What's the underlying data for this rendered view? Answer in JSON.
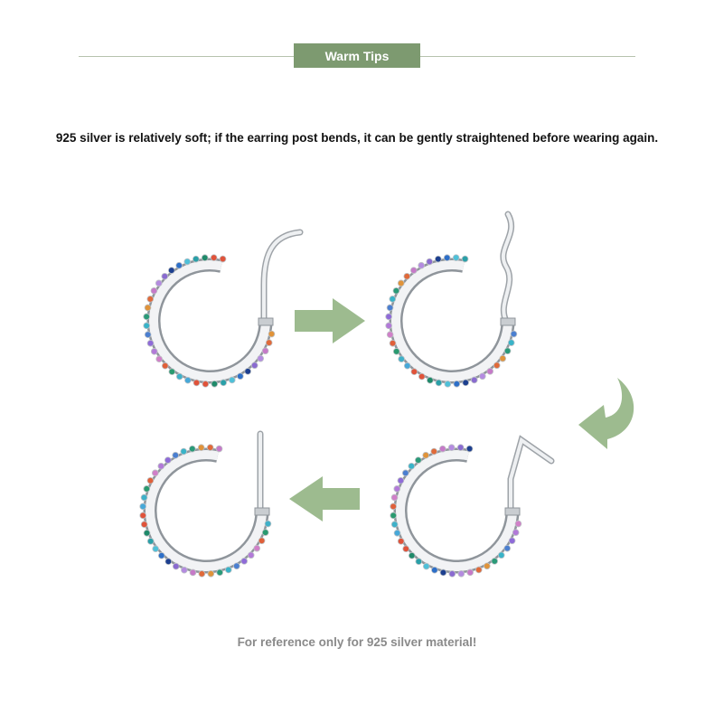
{
  "header": {
    "title": "Warm Tips"
  },
  "tip_text": "925 silver is relatively soft; if the earring post bends, it can be gently straightened before wearing again.",
  "footer_text": "For reference only for 925 silver material!",
  "colors": {
    "accent": "#7d9a70",
    "arrow": "#9dbb8f",
    "silver": "#d9dcdf"
  },
  "steps": [
    {
      "name": "original-earring",
      "post": "hook"
    },
    {
      "name": "bent-wavy-earring",
      "post": "wavy"
    },
    {
      "name": "bent-angled-earring",
      "post": "angled"
    },
    {
      "name": "straightened-earring",
      "post": "straight"
    }
  ]
}
